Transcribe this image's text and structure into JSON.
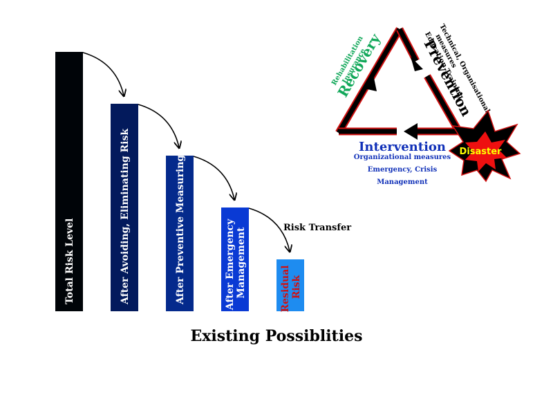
{
  "title": "Existing Possiblities",
  "risk_transfer_label": "Risk Transfer",
  "bars": [
    {
      "lines": [
        "Total Risk Level"
      ],
      "color": "#000408",
      "text_color": "#ffffff"
    },
    {
      "lines": [
        "After Avoiding, Eliminating Risk"
      ],
      "color": "#031a5c",
      "text_color": "#ffffff"
    },
    {
      "lines": [
        "After Preventive Measuring"
      ],
      "color": "#042a8c",
      "text_color": "#ffffff"
    },
    {
      "lines": [
        "After Emergency",
        "Management"
      ],
      "color": "#0a3ad4",
      "text_color": "#ffffff"
    },
    {
      "lines": [
        "Residual",
        "Risk"
      ],
      "color": "#1e8cf0",
      "text_color": "#d01010"
    }
  ],
  "cycle": {
    "recovery": {
      "title": "Recovery",
      "sub": [
        "Rehabilitation",
        "Insurance"
      ],
      "color": "#12a85a"
    },
    "prevention": {
      "title": "Prevention",
      "sub": [
        "Technical, Organisational",
        "measures",
        "Education Training"
      ],
      "color": "#000000"
    },
    "intervention": {
      "title": "Intervention",
      "sub": [
        "Organizational measures",
        "Emergency, Crisis",
        "Management"
      ],
      "color": "#1030b8"
    },
    "disaster": {
      "label": "Disaster",
      "fill": "#ee1010",
      "text_color": "#ffff00"
    }
  }
}
